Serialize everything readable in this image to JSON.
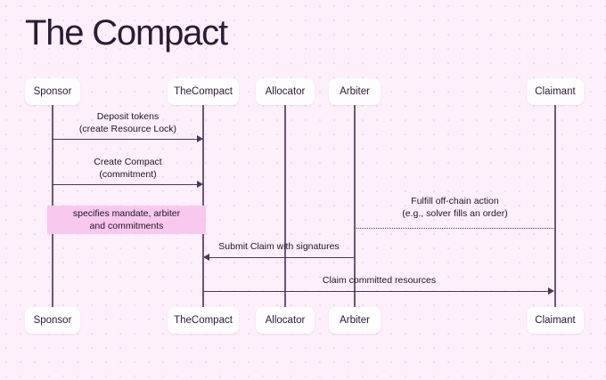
{
  "page": {
    "title": "The Compact",
    "background_color": "#fdf0fb",
    "title_color": "#2e1a33",
    "line_color": "#4e3656",
    "note_color": "#f8c8ee",
    "actor_box_color": "#fffdff"
  },
  "diagram": {
    "type": "sequence-diagram",
    "participants": [
      {
        "id": "sponsor",
        "label": "Sponsor"
      },
      {
        "id": "thecompact",
        "label": "TheCompact"
      },
      {
        "id": "allocator",
        "label": "Allocator"
      },
      {
        "id": "arbiter",
        "label": "Arbiter"
      },
      {
        "id": "claimant",
        "label": "Claimant"
      }
    ],
    "messages": [
      {
        "id": "deposit-tokens",
        "label": "Deposit tokens\n(create Resource Lock)",
        "from": "sponsor",
        "to": "thecompact",
        "direction": "right",
        "style": "solid"
      },
      {
        "id": "create-compact",
        "label": "Create Compact\n(commitment)",
        "from": "sponsor",
        "to": "thecompact",
        "direction": "right",
        "style": "solid"
      },
      {
        "id": "fulfill-off-chain-action",
        "label": "Fulfill off-chain action\n(e.g., solver fills an order)",
        "from": "arbiter",
        "to": "claimant",
        "direction": "none",
        "style": "dotted"
      },
      {
        "id": "submit-claim",
        "label": "Submit Claim with signatures",
        "from": "arbiter",
        "to": "thecompact",
        "direction": "left",
        "style": "solid"
      },
      {
        "id": "claim-committed-resources",
        "label": "Claim committed resources",
        "from": "thecompact",
        "to": "claimant",
        "direction": "right",
        "style": "solid"
      }
    ],
    "notes": [
      {
        "id": "note-mandate",
        "label": "specifies mandate, arbiter\nand commitments",
        "over_from": "sponsor",
        "over_to": "thecompact"
      }
    ]
  }
}
